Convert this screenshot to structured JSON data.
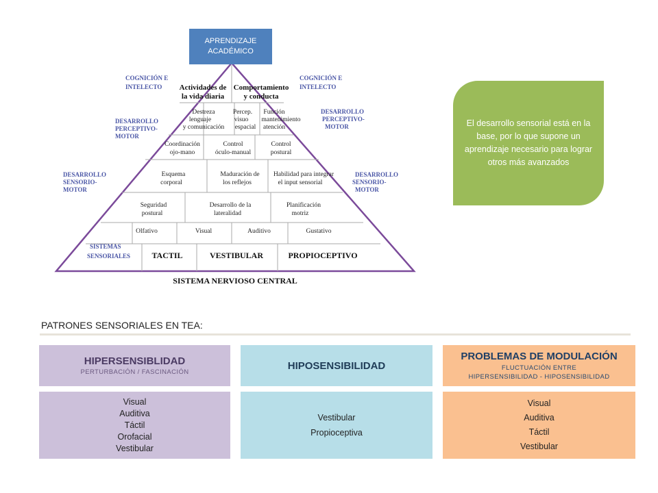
{
  "pyramid": {
    "apex": {
      "line1": "APRENDIZAJE",
      "line2": "ACADÉMICO"
    },
    "row1": {
      "left": [
        "Actividades de",
        "la vida diaria"
      ],
      "right": [
        "Comportamiento",
        "y conducta"
      ]
    },
    "row2": {
      "a": [
        "Destreza",
        "lenguaje",
        "y comunicación"
      ],
      "b": [
        "Percep.",
        "visuo",
        "espacial"
      ],
      "c": [
        "Función",
        "mantenimiento",
        "atención"
      ]
    },
    "row3": {
      "a": [
        "Coordinación",
        "ojo-mano"
      ],
      "b": [
        "Control",
        "óculo-manual"
      ],
      "c": [
        "Control",
        "postural"
      ]
    },
    "row4": {
      "a": [
        "Esquema",
        "corporal"
      ],
      "b": [
        "Maduración de",
        "los reflejos"
      ],
      "c": [
        "Habilidad para integrar",
        "el input sensorial"
      ]
    },
    "row5": {
      "a": [
        "Seguridad",
        "postural"
      ],
      "b": [
        "Desarrollo de la",
        "lateralidad"
      ],
      "c": [
        "Planificación",
        "motriz"
      ]
    },
    "row6": {
      "a": "Olfativo",
      "b": "Visual",
      "c": "Auditivo",
      "d": "Gustativo"
    },
    "row7": {
      "label": [
        "SISTEMAS",
        "SENSORIALES"
      ],
      "a": "TACTIL",
      "b": "VESTIBULAR",
      "c": "PROPIOCEPTIVO"
    },
    "base": "SISTEMA NERVIOSO CENTRAL",
    "side_left": {
      "cog": [
        "COGNICIÓN E",
        "INTELECTO"
      ],
      "perc": [
        "DESARROLLO",
        "PERCEPTIVO-",
        "MOTOR"
      ],
      "sens": [
        "DESARROLLO",
        "SENSORIO-",
        "MOTOR"
      ]
    },
    "side_right": {
      "cog": [
        "COGNICIÓN E",
        "INTELECTO"
      ],
      "perc": [
        "DESARROLLO",
        "PERCEPTIVO-",
        "MOTOR"
      ],
      "sens": [
        "DESARROLLO",
        "SENSORIO-",
        "MOTOR"
      ]
    }
  },
  "note": "El desarrollo sensorial está en la base, por lo que supone un aprendizaje necesario para lograr otros más avanzados",
  "patterns": {
    "title": "PATRONES SENSORIALES EN TEA:",
    "columns": [
      {
        "title": "HIPERSENSIBLIDAD",
        "subtitle": "PERTURBACIÓN  / FASCINACIÓN",
        "items": [
          "Visual",
          "Auditiva",
          "Táctil",
          "Orofacial",
          "Vestibular"
        ]
      },
      {
        "title": "HIPOSENSIBILIDAD",
        "subtitle": "",
        "items": [
          "Vestibular",
          "Propioceptiva"
        ]
      },
      {
        "title": "PROBLEMAS DE MODULACIÓN",
        "subtitle": "FLUCTUACIÓN ENTRE",
        "subtitle2": "HIPERSENSIBILIDAD - HIPOSENSIBILIDAD",
        "items": [
          "Visual",
          "Auditiva",
          "Táctil",
          "Vestibular"
        ]
      }
    ]
  },
  "colors": {
    "apex": "#4f81bd",
    "pyramid_outline": "#7b4a9a",
    "side_labels": "#4a56a6",
    "note": "#9bbb59",
    "hyper": "#ccc0da",
    "hypo": "#b7dee8",
    "modulation": "#fac090"
  }
}
